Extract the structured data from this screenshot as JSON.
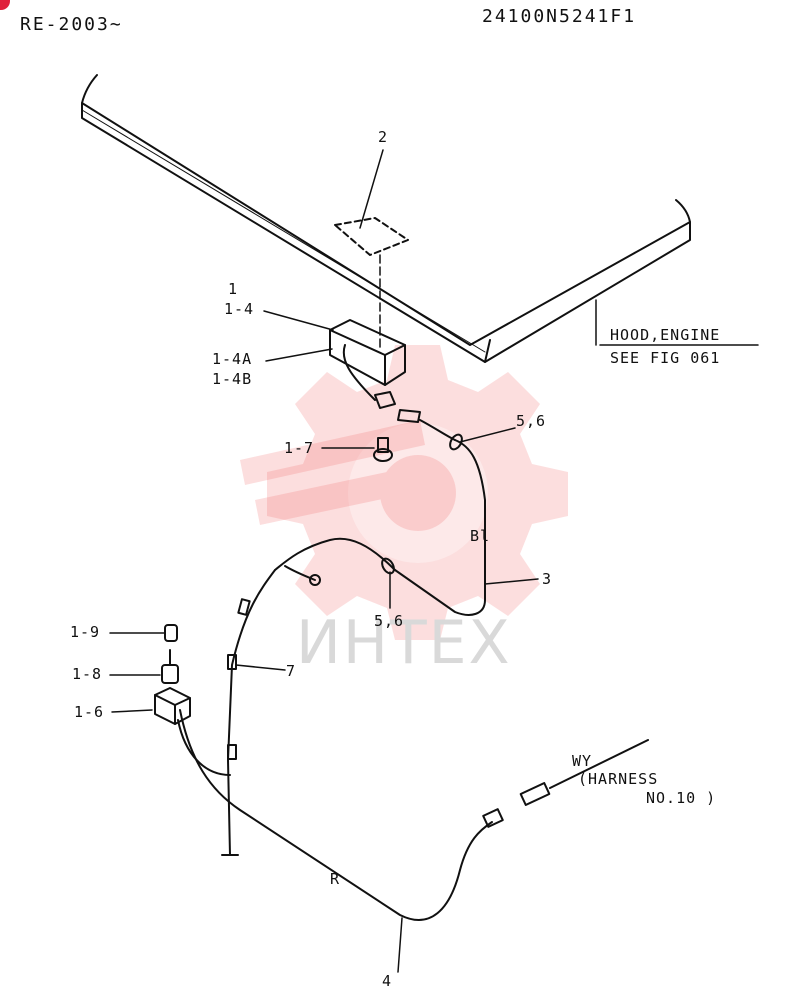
{
  "header": {
    "serial": "RE-2003∼",
    "part_code": "24100N5241F1"
  },
  "watermark": {
    "text": "ИНТЕХ",
    "color": "#f26b6b"
  },
  "callouts": {
    "item_2": "2",
    "item_1": "1",
    "item_1_4": "1-4",
    "item_1_4a": "1-4A",
    "item_1_4b": "1-4B",
    "item_1_7": "1-7",
    "item_5_6_upper": "5,6",
    "item_bl": "Bl",
    "item_3": "3",
    "item_5_6_lower": "5,6",
    "item_7": "7",
    "item_1_9": "1-9",
    "item_1_8": "1-8",
    "item_1_6": "1-6",
    "item_r": "R",
    "item_4": "4"
  },
  "reference": {
    "line1": "HOOD,ENGINE",
    "line2": "SEE FIG 061"
  },
  "harness": {
    "color_code": "WY",
    "line1": "(HARNESS",
    "line2": "NO.10 )"
  },
  "colors": {
    "line": "#111111",
    "accent": "#e0203a"
  }
}
